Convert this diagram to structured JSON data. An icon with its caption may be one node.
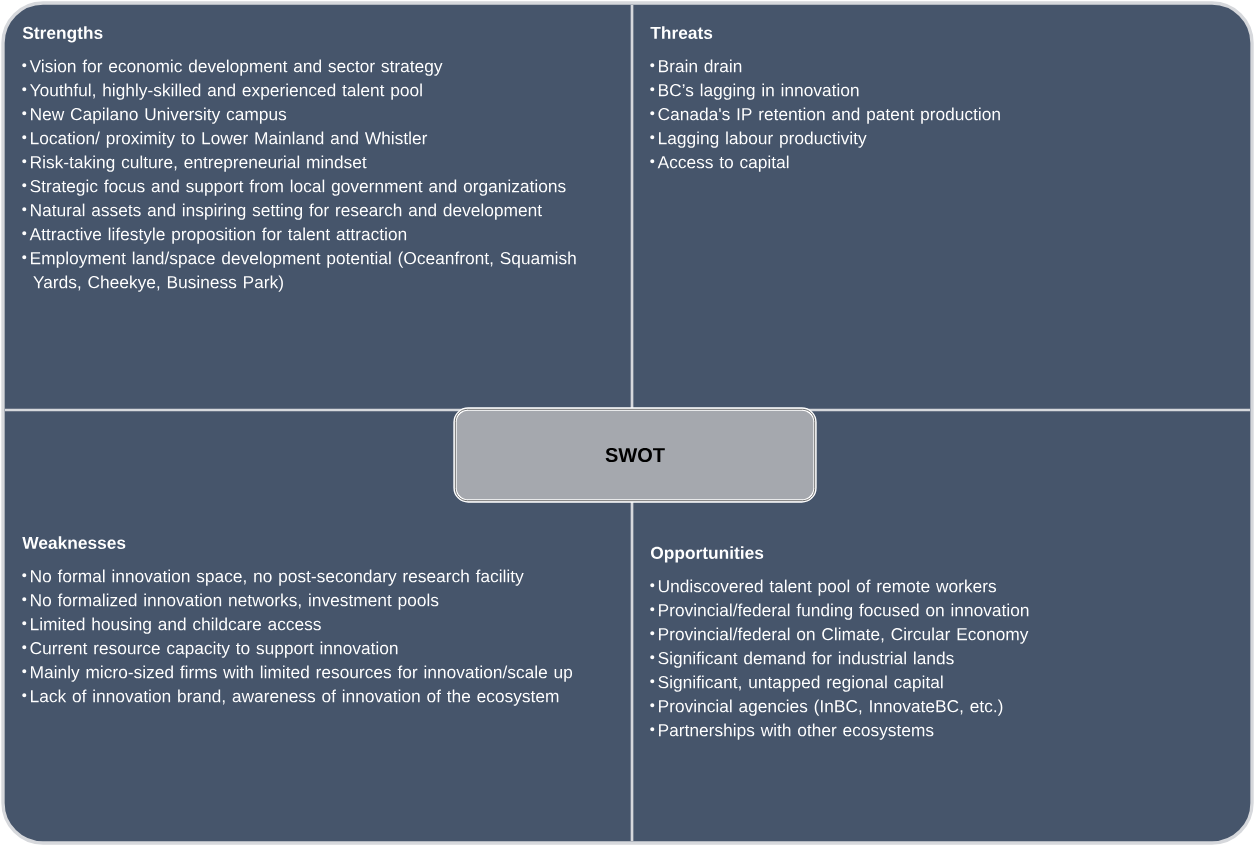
{
  "diagram": {
    "nodes": [
      {
        "text": [
          "Strengths",
          "Vision for economic development and sector strategy",
          "Youthful, highly-skilled and experienced talent pool",
          "New Capilano University campus",
          "Location/ proximity to Lower Mainland and Whistler",
          "Risk-taking culture, entrepreneurial mindset",
          "Strategic focus and support from local government and organizations",
          "Natural assets and inspiring setting for research and development",
          "Attractive lifestyle proposition for talent attraction",
          "Employment land/space development potential (Oceanfront, Squamish Yards, Cheekye, Business Park)"
        ]
      },
      {
        "text": [
          "Threats",
          "Brain drain",
          "BC’s lagging in innovation",
          "Canada's IP retention and patent production",
          "Lagging labour productivity",
          "Access to capital"
        ]
      },
      {
        "text": [
          "SWOT"
        ]
      },
      {
        "text": [
          "Weaknesses",
          "No formal innovation space, no post-secondary research facility",
          "No formalized innovation networks, investment pools",
          "Limited housing and childcare access",
          "Current resource capacity to support innovation",
          "Mainly micro-sized firms with limited resources for innovation/scale up",
          "Lack of innovation brand, awareness of innovation of the ecosystem"
        ]
      },
      {
        "text": [
          "Opportunities",
          "Undiscovered talent pool of remote workers",
          "Provincial/federal funding focused on innovation",
          "Provincial/federal on Climate, Circular Economy",
          "Significant demand for industrial lands",
          "Significant, untapped regional capital",
          "Provincial agencies (InBC, InnovateBC, etc.)",
          "Partnerships with other ecosystems"
        ]
      }
    ],
    "edges": []
  }
}
